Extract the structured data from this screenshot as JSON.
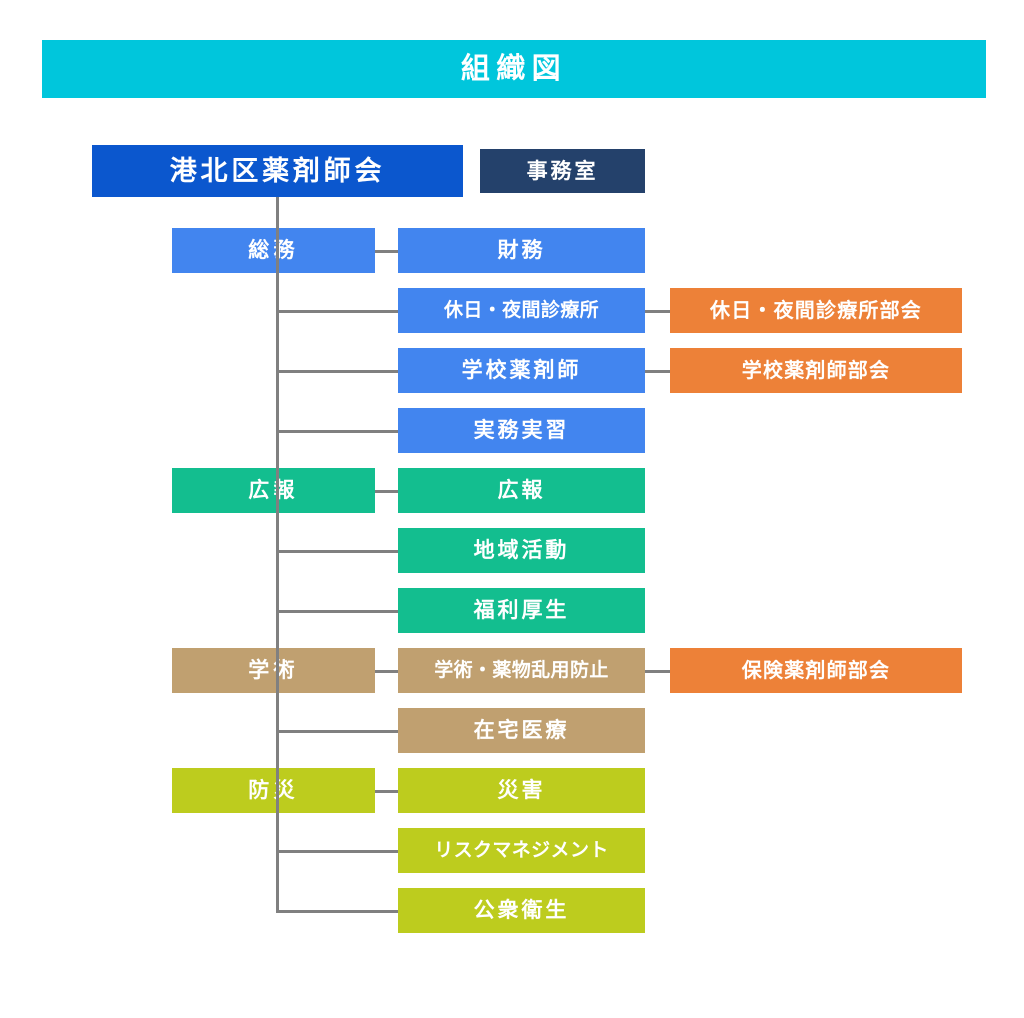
{
  "title": {
    "label": "組織図",
    "color": "#00C6DC"
  },
  "colors": {
    "title_bar": "#00C6DC",
    "root": "#0B57CE",
    "office": "#24416B",
    "blue_branch": "#4285EF",
    "green_branch": "#13BE8F",
    "tan_branch": "#C0A070",
    "olive_branch": "#BDCC1E",
    "section": "#ED8138",
    "connector": "#808080",
    "text": "#FFFFFF",
    "background": "#FFFFFF"
  },
  "root": {
    "label": "港北区薬剤師会"
  },
  "office": {
    "label": "事務室"
  },
  "branches": [
    {
      "name": "general-affairs",
      "label": "総務",
      "color": "#4285EF",
      "children": [
        {
          "label": "財務",
          "section": null
        },
        {
          "label": "休日・夜間診療所",
          "section": "休日・夜間診療所部会"
        },
        {
          "label": "学校薬剤師",
          "section": "学校薬剤師部会"
        },
        {
          "label": "実務実習",
          "section": null
        }
      ]
    },
    {
      "name": "public-relations",
      "label": "広報",
      "color": "#13BE8F",
      "children": [
        {
          "label": "広報",
          "section": null
        },
        {
          "label": "地域活動",
          "section": null
        },
        {
          "label": "福利厚生",
          "section": null
        }
      ]
    },
    {
      "name": "academic",
      "label": "学術",
      "color": "#C0A070",
      "children": [
        {
          "label": "学術・薬物乱用防止",
          "section": "保険薬剤師部会"
        },
        {
          "label": "在宅医療",
          "section": null
        }
      ]
    },
    {
      "name": "disaster-prevention",
      "label": "防災",
      "color": "#BDCC1E",
      "children": [
        {
          "label": "災害",
          "section": null
        },
        {
          "label": "リスクマネジメント",
          "section": null
        },
        {
          "label": "公衆衛生",
          "section": null
        }
      ]
    }
  ]
}
